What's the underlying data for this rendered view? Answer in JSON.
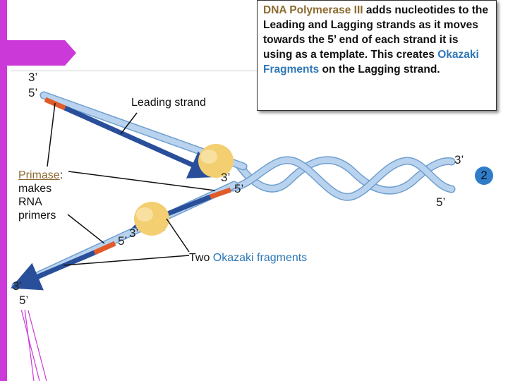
{
  "callout": {
    "part1": "DNA Polymerase III",
    "part2": " adds nucleotides to the Leading and Lagging strands as it moves towards the 5’ end of each strand it is using as a template. This creates ",
    "part3": "Okazaki Fragments",
    "part4": " on the Lagging strand."
  },
  "labels": {
    "leading_strand": "Leading strand",
    "primase_term": "Primase",
    "primase_colon": ":",
    "primase_rest_1": "makes",
    "primase_rest_2": "RNA",
    "primase_rest_3": "primers",
    "okazaki_prefix": "Two ",
    "okazaki_term": "Okazaki fragments"
  },
  "strand_ends": {
    "top_left_3": "3’",
    "top_left_5": "5’",
    "right_3": "3’",
    "right_5": "5’",
    "leading_tip_3": "3’",
    "leading_primer_5": "5’",
    "lagging_mid_5": "5’",
    "lagging_mid_3": "3’",
    "bottom_left_3": "3’",
    "bottom_left_5": "5’"
  },
  "page_number": "2",
  "colors": {
    "template_strand": "#b9d3ee",
    "template_edge": "#6f9fd0",
    "new_strand": "#2a4f9a",
    "primer": "#e05a2a",
    "polymerase": "#f3cf72",
    "accent": "#cc39d9",
    "badge": "#2f7dc9"
  }
}
